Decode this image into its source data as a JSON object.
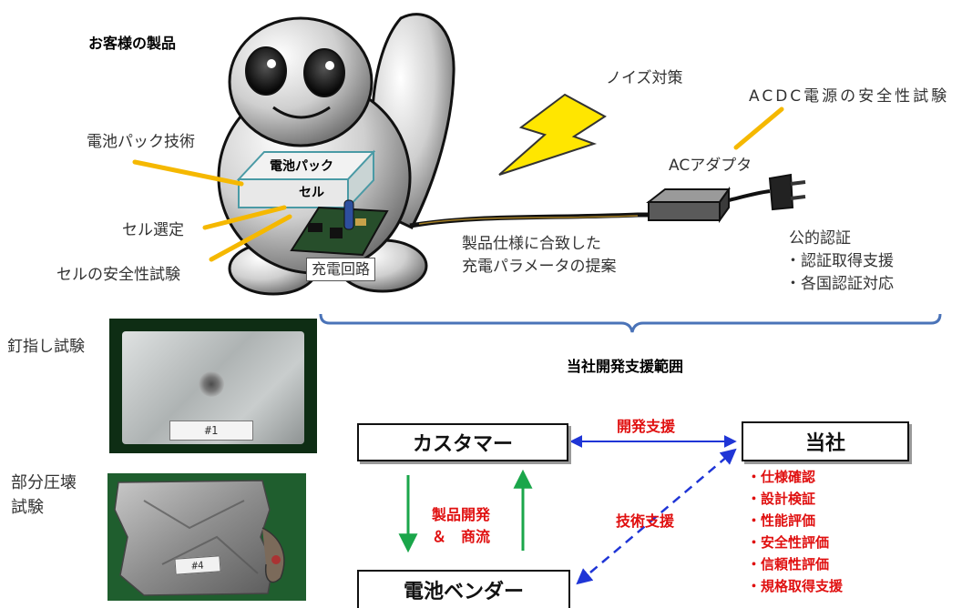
{
  "title": "お客様の製品",
  "labels": {
    "battery_pack_tech": "電池パック技術",
    "cell_selection": "セル選定",
    "cell_safety_test": "セルの安全性試験",
    "battery_pack": "電池パック",
    "cell": "セル",
    "charging_circuit": "充電回路",
    "noise": "ノイズ対策",
    "acdc_safety": "ACDC電源の安全性試験",
    "ac_adapter": "ACアダプタ",
    "charge_param_line1": "製品仕様に合致した",
    "charge_param_line2": "充電パラメータの提案",
    "public_cert": "公的認証",
    "cert_support": "・認証取得支援",
    "country_cert": "・各国認証対応",
    "support_scope": "当社開発支援範囲",
    "nail_test": "釘指し試験",
    "crush_test_line1": "部分圧壊",
    "crush_test_line2": "試験"
  },
  "photos": {
    "nail_tag": "#1",
    "crush_tag": "#4"
  },
  "flow": {
    "customer": "カスタマー",
    "company": "当社",
    "vendor": "電池ベンダー",
    "dev_support": "開発支援",
    "product_dev_line1": "製品開発",
    "product_dev_line2": "＆　商流",
    "tech_support": "技術支援",
    "company_items": [
      "・仕様確認",
      "・設計検証",
      "・性能評価",
      "・安全性評価",
      "・信頼性評価",
      "・規格取得支援"
    ]
  },
  "colors": {
    "orange_line": "#f5b800",
    "bolt": "#ffe600",
    "brace": "#4a73b8",
    "blue_arrow": "#1f35d6",
    "green_arrow": "#1aa64a",
    "red_text": "#e01010"
  }
}
